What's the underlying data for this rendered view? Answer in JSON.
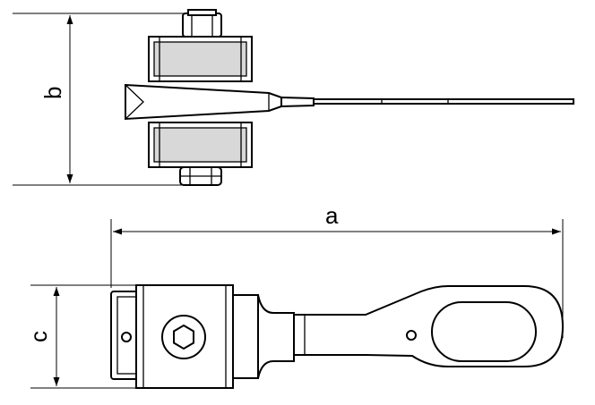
{
  "dimensions": {
    "a": "a",
    "b": "b",
    "c": "c"
  },
  "colors": {
    "line": "#000000",
    "shade": "#d8d8d8",
    "background": "#ffffff"
  }
}
